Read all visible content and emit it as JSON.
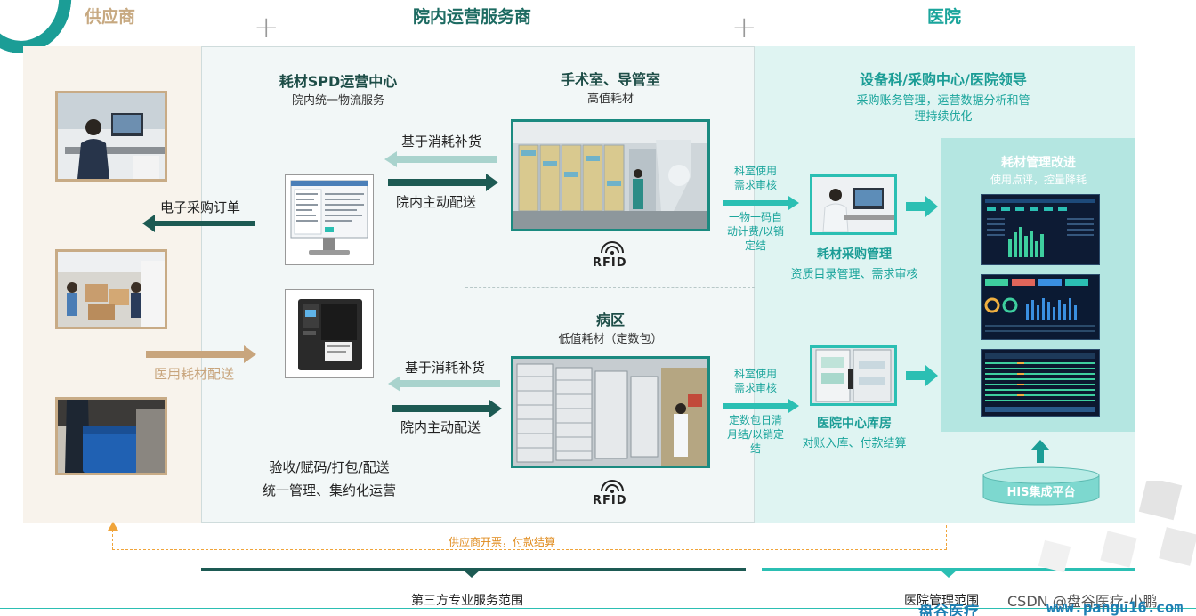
{
  "sections": {
    "supplier": "供应商",
    "service": "院内运营服务商",
    "hospital": "医院"
  },
  "spd": {
    "title": "耗材SPD运营中心",
    "subtitle": "院内统一物流服务",
    "bottom_line1": "验收/赋码/打包/配送",
    "bottom_line2": "统一管理、集约化运营"
  },
  "or_room": {
    "title": "手术室、导管室",
    "subtitle": "高值耗材"
  },
  "ward": {
    "title": "病区",
    "subtitle": "低值耗材（定数包）"
  },
  "arrows": {
    "replenish_top": "基于消耗补货",
    "deliver_top": "院内主动配送",
    "replenish_bottom": "基于消耗补货",
    "deliver_bottom": "院内主动配送",
    "purchase_order": "电子采购订单",
    "supply_delivery": "医用耗材配送"
  },
  "rfid": "RFID",
  "hospital_block": {
    "title": "设备科/采购中心/医院领导",
    "subtitle_line1": "采购账务管理，运营数据分析和管",
    "subtitle_line2": "理持续优化"
  },
  "flows": {
    "top_use": "科室使用\n需求审核",
    "top_bill": "一物一码自\n动计费/以销\n定结",
    "bottom_use": "科室使用\n需求审核",
    "bottom_bill": "定数包日清\n月结/以销定\n结"
  },
  "purchase_mgmt": {
    "title": "耗材采购管理",
    "subtitle": "资质目录管理、需求审核"
  },
  "central_store": {
    "title": "医院中心库房",
    "subtitle": "对账入库、付款结算"
  },
  "system": {
    "title": "耗材管理改进",
    "subtitle": "使用点评，控量降耗"
  },
  "his": "HIS集成平台",
  "loop_label": "供应商开票，付款结算",
  "scope": {
    "third_party": "第三方专业服务范围",
    "hospital": "医院管理范围"
  },
  "watermark": "CSDN @盘谷医疗-小鹏",
  "brand": {
    "name": "盘谷医疗",
    "url": "www.pangu16.com"
  },
  "colors": {
    "teal_dark": "#1d5a53",
    "teal": "#1b9d96",
    "cyan": "#2bbfb3",
    "tan": "#c8a57d",
    "orange": "#e08b1d"
  }
}
